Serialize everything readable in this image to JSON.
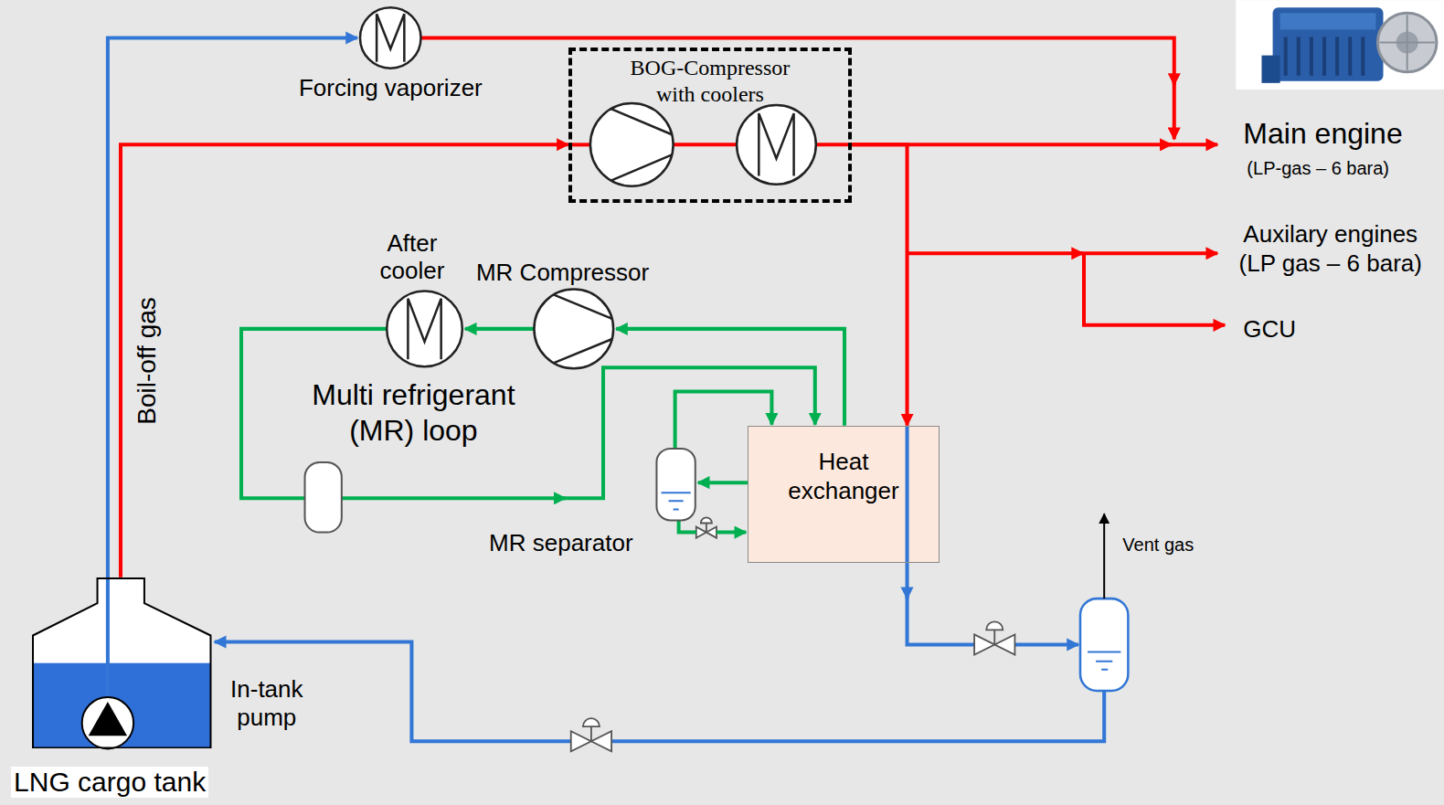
{
  "diagram": {
    "nodes": [
      {
        "text": [
          "BOG-Compressor with coolers"
        ]
      },
      {
        "text": [
          "Heat exchanger"
        ]
      },
      {
        "text": [
          "LNG cargo tank"
        ]
      }
    ],
    "edges": [
      {
        "from": 2,
        "to": 0,
        "arrow": "to",
        "label": "Boil-off gas"
      },
      {
        "from": 0,
        "to": 1,
        "arrow": "to"
      }
    ],
    "labels": [
      "Forcing vaporizer",
      "Main engine",
      "(LP-gas – 6 bara)",
      "Auxilary engines (LP gas – 6 bara)",
      "GCU",
      "After cooler",
      "MR Compressor",
      "Multi refrigerant (MR) loop",
      "MR separator",
      "Vent gas",
      "In-tank pump"
    ]
  }
}
